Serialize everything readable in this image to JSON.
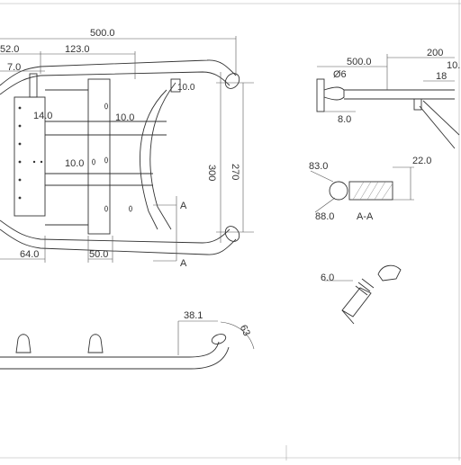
{
  "plan_view": {
    "overall_width": "500.0",
    "left_offset": "52.0",
    "mid_span": "123.0",
    "small_7": "7.0",
    "small_14": "14.0",
    "corner_10": "10.0",
    "inner_10a": "10.0",
    "inner_10b": "10.0",
    "height_300": "300",
    "height_270": "270",
    "bottom_64": "64.0",
    "bottom_50": "50.0",
    "section_mark_top": "A",
    "section_mark_bottom": "A"
  },
  "side_view": {
    "total_500": "500.0",
    "dia_6": "Ø6",
    "offset_8": "8.0",
    "right_200": "200",
    "right_10": "10.",
    "right_18": "18"
  },
  "section_view": {
    "dim_83": "83.0",
    "dim_22": "22.0",
    "dim_88": "88.0",
    "label": "A-A"
  },
  "detail_view": {
    "dim_6": "6.0"
  },
  "elevation_view": {
    "dim_38": "38.1",
    "dim_63": "63"
  }
}
